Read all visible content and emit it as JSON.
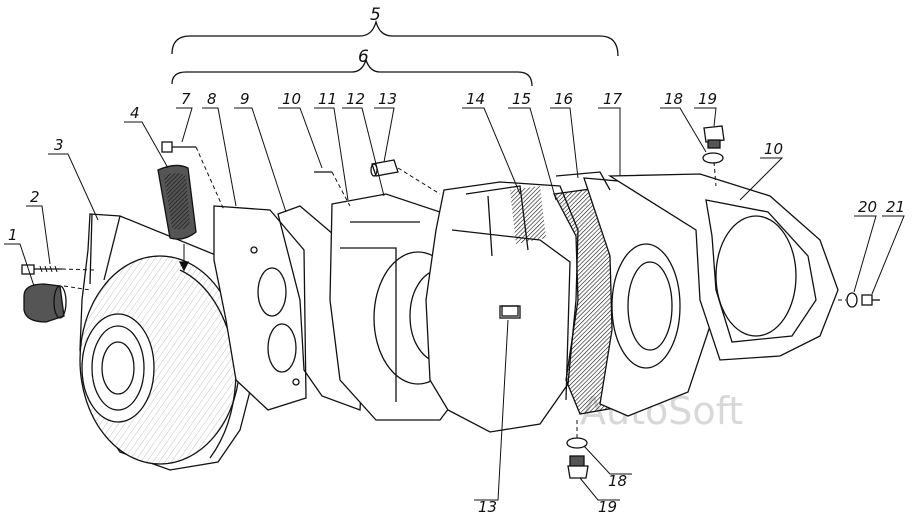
{
  "watermark": "AutoSoft",
  "group_labels": {
    "assembly": "5",
    "subassembly": "6"
  },
  "callouts": {
    "c1": "1",
    "c2": "2",
    "c3": "3",
    "c4": "4",
    "c7": "7",
    "c8": "8",
    "c9": "9",
    "c10a": "10",
    "c11": "11",
    "c12": "12",
    "c13a": "13",
    "c14": "14",
    "c15": "15",
    "c16": "16",
    "c17": "17",
    "c18a": "18",
    "c19a": "19",
    "c10b": "10",
    "c20": "20",
    "c21": "21",
    "c13b": "13",
    "c18b": "18",
    "c19b": "19"
  }
}
